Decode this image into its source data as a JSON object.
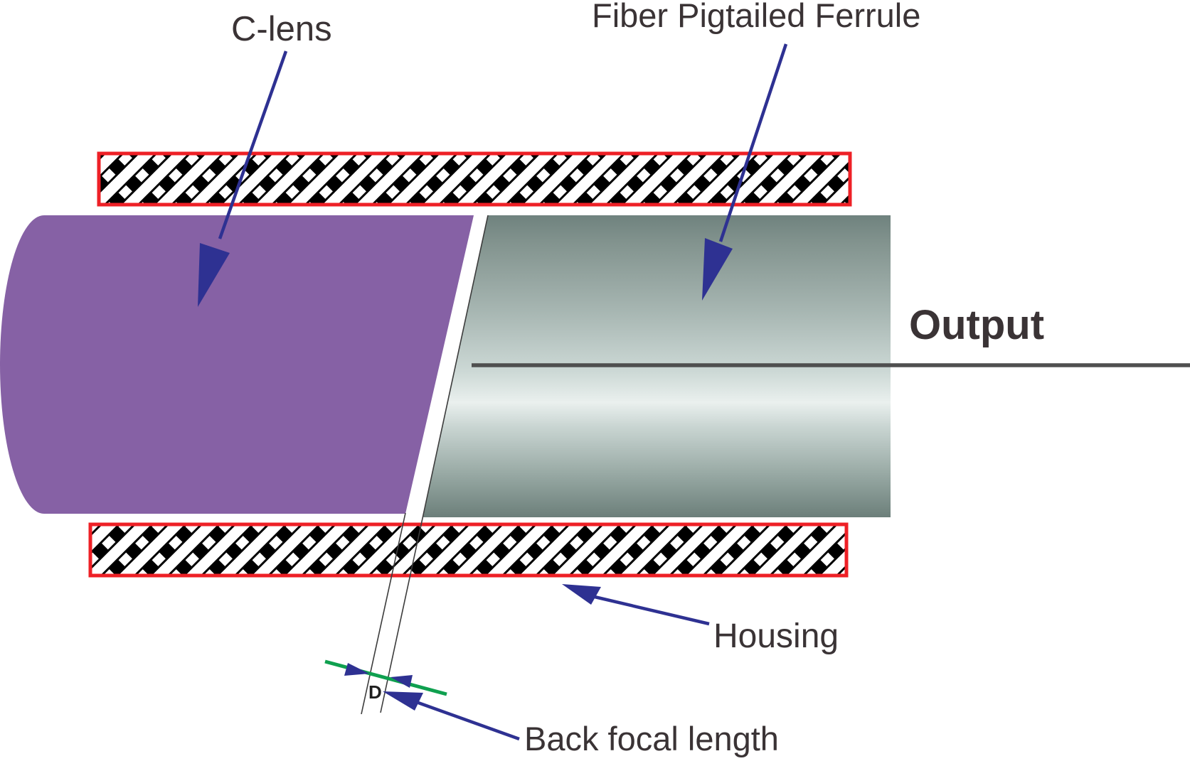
{
  "diagram": {
    "labels": {
      "c_lens": "C-lens",
      "fiber_pigtailed_ferrule": "Fiber Pigtailed Ferrule",
      "output": "Output",
      "housing": "Housing",
      "back_focal_length": "Back focal length",
      "gap_dimension": "D"
    },
    "colors": {
      "lens_purple": "#8661A5",
      "housing_border_red": "#EE2026",
      "pattern_black": "#000000",
      "pattern_white": "#FFFFFF",
      "arrow_navy": "#2E3192",
      "dimension_green": "#0FA04F",
      "output_line_gray": "#4F4F4F",
      "thin_face_line_gray": "#3C3C3C",
      "label_text": "#3A3335",
      "ferrule_dark": "#6F827E",
      "ferrule_light": "#EAF0EE"
    }
  }
}
